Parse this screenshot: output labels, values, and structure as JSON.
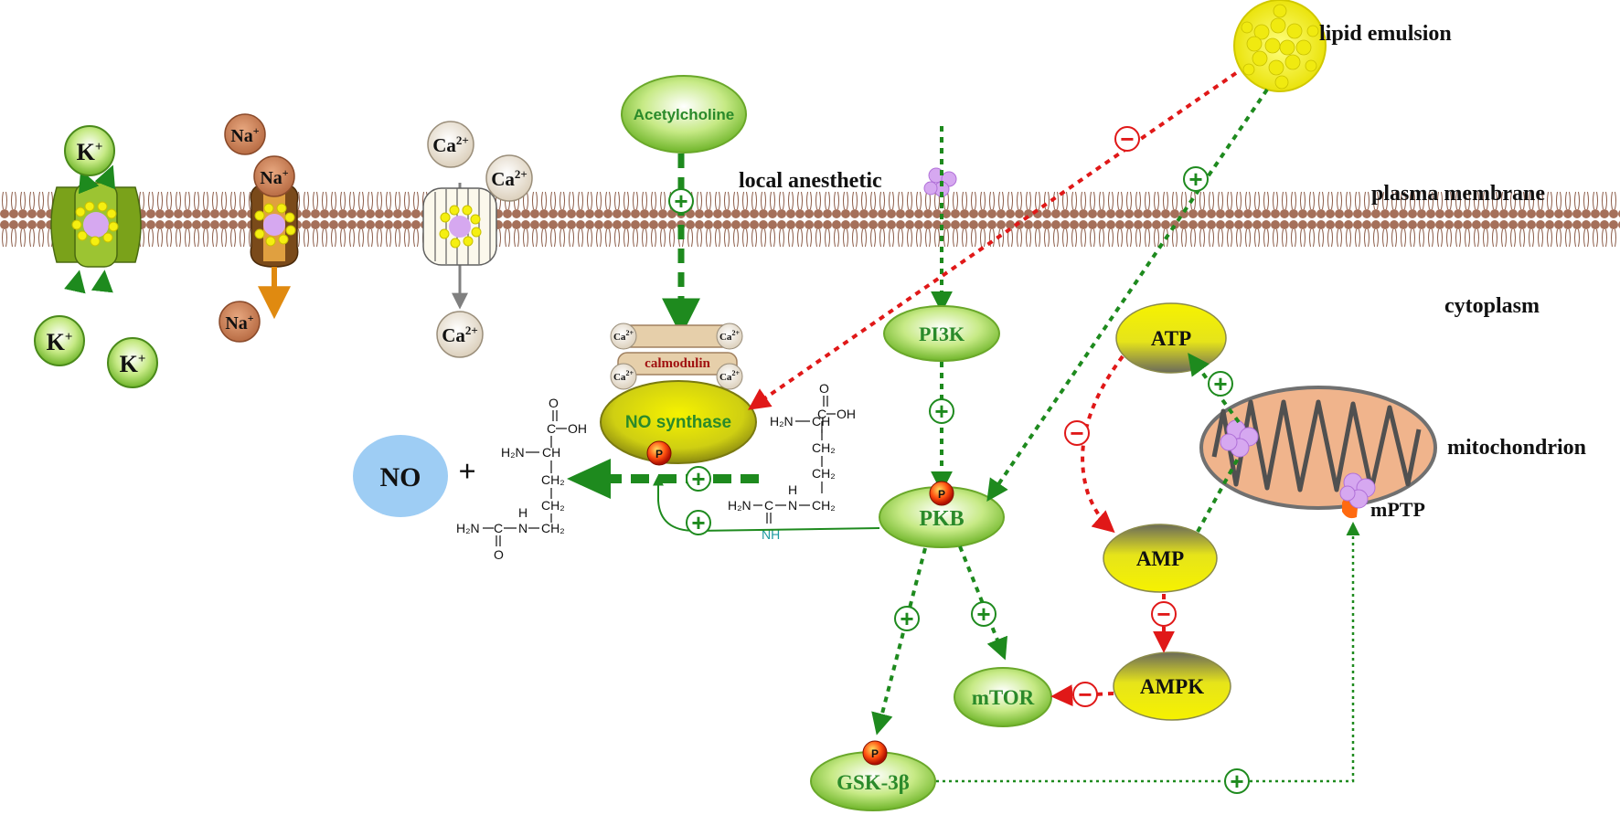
{
  "labels": {
    "lipid_emulsion": "lipid  emulsion",
    "plasma_membrane": "plasma  membrane",
    "cytoplasm": "cytoplasm",
    "local_anesthetic": "local anesthetic",
    "mitochondrion": "mitochondrion",
    "mptp": "mPTP"
  },
  "nodes": {
    "acetylcholine": "Acetylcholine",
    "pi3k": "PI3K",
    "pkb": "PKB",
    "atp": "ATP",
    "amp": "AMP",
    "ampk": "AMPK",
    "mtor": "mTOR",
    "gsk3b": "GSK-3β",
    "no": "NO",
    "no_synthase": "NO synthase",
    "calmodulin": "calmodulin"
  },
  "ions": {
    "k": "K",
    "k_charge": "+",
    "na": "Na",
    "na_charge": "+",
    "ca": "Ca",
    "ca_charge": "2+",
    "ca_small": "Ca",
    "ca_small_charge": "2+"
  },
  "symbols": {
    "plus": "+",
    "minus": "−",
    "phospho": "P",
    "no_plus": "+"
  },
  "chem": {
    "o": "O",
    "oh": "OH",
    "ch": "CH",
    "h2n": "H₂N",
    "ch2": "CH₂",
    "n": "N",
    "h": "H",
    "c": "C",
    "nh": "NH"
  },
  "colors": {
    "activation": "#1e8a1e",
    "inhibition": "#e01818",
    "node_green": "#8fcf3a",
    "node_yellow": "#f2ee0c",
    "no_blue": "#9ecdf4",
    "mito": "#f0b48c",
    "lipid": "#f5f010"
  }
}
